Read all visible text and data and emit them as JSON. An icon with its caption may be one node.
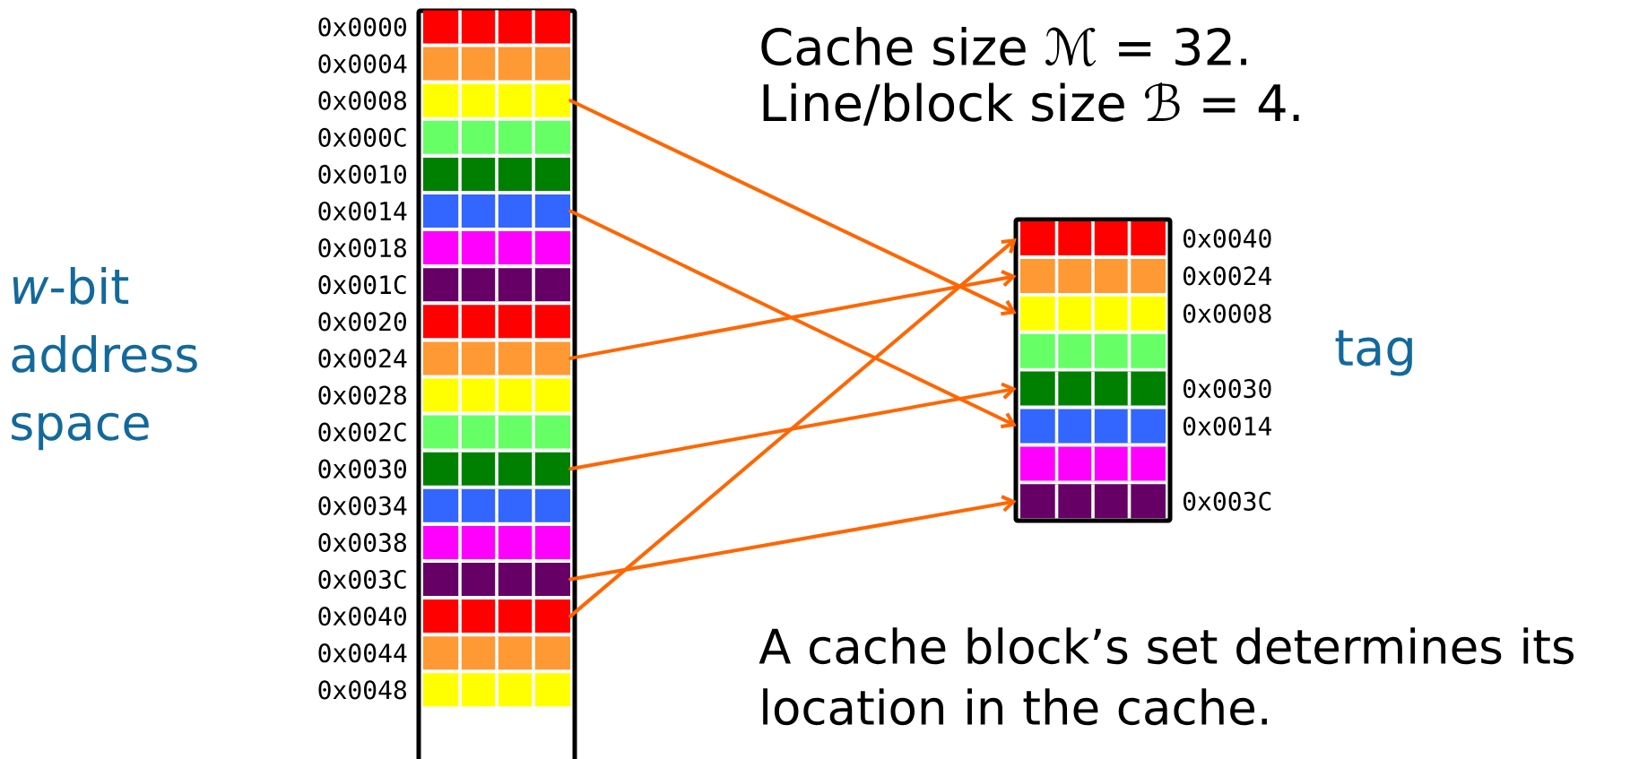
{
  "diagram": {
    "nodes": [
      {
        "text": [],
        "shape": "box"
      },
      {
        "text": [],
        "shape": "bar",
        "in": 0,
        "beside": [
          "0x0000"
        ]
      },
      {
        "text": [],
        "shape": "bar",
        "in": 0,
        "beside": [
          "0x0004"
        ]
      },
      {
        "text": [],
        "shape": "bar",
        "in": 0,
        "beside": [
          "0x0008"
        ]
      },
      {
        "text": [],
        "shape": "bar",
        "in": 0,
        "beside": [
          "0x000C"
        ]
      },
      {
        "text": [],
        "shape": "bar",
        "in": 0,
        "beside": [
          "0x0010"
        ]
      },
      {
        "text": [],
        "shape": "bar",
        "in": 0,
        "beside": [
          "0x0014"
        ]
      },
      {
        "text": [],
        "shape": "bar",
        "in": 0,
        "beside": [
          "0x0018"
        ]
      },
      {
        "text": [],
        "shape": "bar",
        "in": 0,
        "beside": [
          "0x001C"
        ]
      },
      {
        "text": [],
        "shape": "bar",
        "in": 0,
        "beside": [
          "0x0020"
        ]
      },
      {
        "text": [],
        "shape": "bar",
        "in": 0,
        "beside": [
          "0x0024"
        ]
      },
      {
        "text": [],
        "shape": "bar",
        "in": 0,
        "beside": [
          "0x0028"
        ]
      },
      {
        "text": [],
        "shape": "bar",
        "in": 0,
        "beside": [
          "0x002C"
        ]
      },
      {
        "text": [],
        "shape": "bar",
        "in": 0,
        "beside": [
          "0x0030"
        ]
      },
      {
        "text": [],
        "shape": "bar",
        "in": 0,
        "beside": [
          "0x0034"
        ]
      },
      {
        "text": [],
        "shape": "bar",
        "in": 0,
        "beside": [
          "0x0038"
        ]
      },
      {
        "text": [],
        "shape": "bar",
        "in": 0,
        "beside": [
          "0x003C"
        ]
      },
      {
        "text": [],
        "shape": "bar",
        "in": 0,
        "beside": [
          "0x0040"
        ]
      },
      {
        "text": [],
        "shape": "bar",
        "in": 0,
        "beside": [
          "0x0044"
        ]
      },
      {
        "text": [],
        "shape": "bar",
        "in": 0,
        "beside": [
          "0x0048"
        ]
      },
      {
        "text": [],
        "shape": "box"
      },
      {
        "text": [],
        "shape": "bar",
        "in": 20,
        "beside": [
          "0x0040"
        ]
      },
      {
        "text": [],
        "shape": "bar",
        "in": 20,
        "beside": [
          "0x0024"
        ]
      },
      {
        "text": [],
        "shape": "bar",
        "in": 20,
        "beside": [
          "0x0008"
        ]
      },
      {
        "text": [],
        "shape": "bar",
        "in": 20
      },
      {
        "text": [],
        "shape": "bar",
        "in": 20,
        "beside": [
          "0x0030"
        ]
      },
      {
        "text": [],
        "shape": "bar",
        "in": 20,
        "beside": [
          "0x0014"
        ]
      },
      {
        "text": [],
        "shape": "bar",
        "in": 20
      },
      {
        "text": [],
        "shape": "bar",
        "in": 20,
        "beside": [
          "0x003C"
        ]
      }
    ],
    "edges": [
      {
        "from": 3,
        "to": 23,
        "arrow": "to"
      },
      {
        "from": 6,
        "to": 26,
        "arrow": "to"
      },
      {
        "from": 10,
        "to": 22,
        "arrow": "to"
      },
      {
        "from": 13,
        "to": 25,
        "arrow": "to"
      },
      {
        "from": 16,
        "to": 28,
        "arrow": "to"
      },
      {
        "from": 17,
        "to": 21,
        "arrow": "to"
      }
    ],
    "labels": [
      "Cache size ℳ = 32.",
      "Line/block size ℬ = 4.",
      "*w*-bit address space",
      "tag",
      "A cache block’s set determines its location in the cache."
    ]
  }
}
